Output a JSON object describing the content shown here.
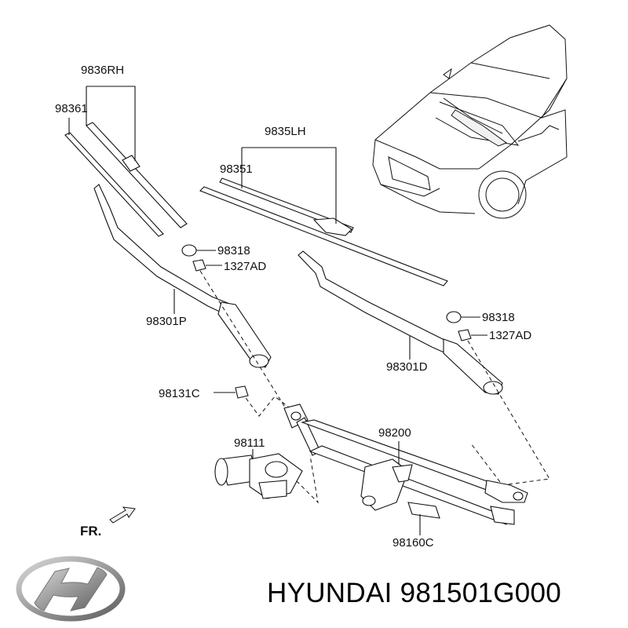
{
  "diagram": {
    "labels": {
      "l9836rh": "9836RH",
      "l98361": "98361",
      "l9835lh": "9835LH",
      "l98351": "98351",
      "l98318a": "98318",
      "l1327ada": "1327AD",
      "l98301p": "98301P",
      "l98318b": "98318",
      "l1327adb": "1327AD",
      "l98301d": "98301D",
      "l98131c": "98131C",
      "l98111": "98111",
      "l98200": "98200",
      "l98160c": "98160C",
      "fr": "FR."
    }
  },
  "brand": {
    "name": "HYUNDAI",
    "part_number": "981501G000",
    "logo_icon": "hyundai-logo-icon"
  }
}
